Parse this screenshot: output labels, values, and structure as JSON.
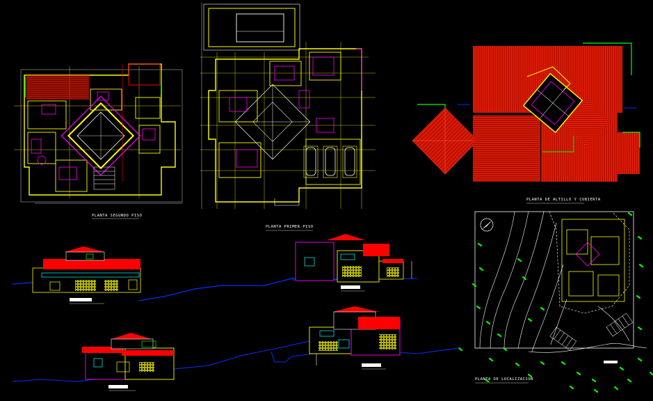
{
  "sheet": {
    "labels": {
      "second_floor": "PLANTA SEGUNDO PISO",
      "first_floor": "PLANTA PRIMER PISO",
      "attic_roof": "PLANTA DE ALTILLO Y CUBIERTA",
      "location": "PLANTA DE LOCALIZACION"
    }
  },
  "colors": {
    "background": "#000000",
    "wall": "#ffff00",
    "furniture": "#ff00ff",
    "roof": "#ff2000",
    "contour": "#ffffff",
    "terrain": "#0030ff",
    "tree": "#00ff00",
    "window": "#00ffff"
  }
}
